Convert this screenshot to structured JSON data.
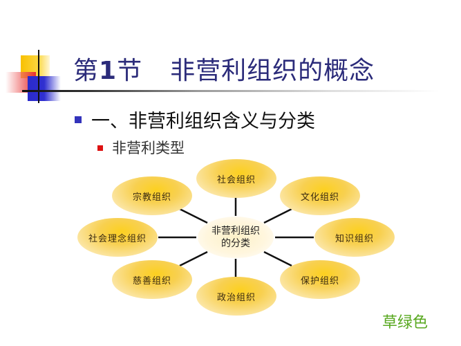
{
  "slide": {
    "title_prefix": "第",
    "title_number": "1",
    "title_section": "节",
    "title_text": "非营利组织的概念",
    "heading_level1": "一、非营利组织含义与分类",
    "heading_level2": "非营利类型",
    "footer_note": "草绿色"
  },
  "diagram": {
    "center_line1": "非营利组织",
    "center_line2": "的分类",
    "nodes": [
      {
        "label": "社会组织",
        "position": "top"
      },
      {
        "label": "文化组织",
        "position": "top-right"
      },
      {
        "label": "知识组织",
        "position": "right"
      },
      {
        "label": "保护组织",
        "position": "bottom-right"
      },
      {
        "label": "政治组织",
        "position": "bottom"
      },
      {
        "label": "慈善组织",
        "position": "bottom-left"
      },
      {
        "label": "社会理念组织",
        "position": "left"
      },
      {
        "label": "宗教组织",
        "position": "top-left"
      }
    ]
  },
  "colors": {
    "title": "#2b2b7a",
    "bullet_level1": "#3333bb",
    "bullet_level2": "#dd1111",
    "ellipse_fill": "#f8d050",
    "footer_note": "#58a820"
  }
}
